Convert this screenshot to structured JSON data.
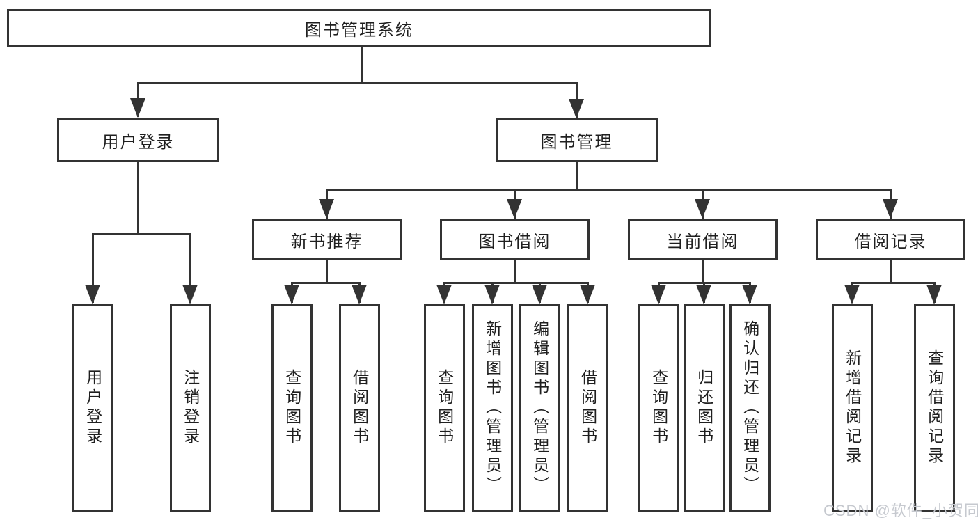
{
  "tree": {
    "label": "图书管理系统",
    "children": [
      {
        "label": "用户登录",
        "children": [
          {
            "label": "用户登录"
          },
          {
            "label": "注销登录"
          }
        ]
      },
      {
        "label": "图书管理",
        "children": [
          {
            "label": "新书推荐",
            "children": [
              {
                "label": "查询图书"
              },
              {
                "label": "借阅图书"
              }
            ]
          },
          {
            "label": "图书借阅",
            "children": [
              {
                "label": "查询图书"
              },
              {
                "label": "新增图书（管理员）"
              },
              {
                "label": "编辑图书（管理员）"
              },
              {
                "label": "借阅图书"
              }
            ]
          },
          {
            "label": "当前借阅",
            "children": [
              {
                "label": "查询图书"
              },
              {
                "label": "归还图书"
              },
              {
                "label": "确认归还（管理员）"
              }
            ]
          },
          {
            "label": "借阅记录",
            "children": [
              {
                "label": "新增借阅记录"
              },
              {
                "label": "查询借阅记录"
              }
            ]
          }
        ]
      }
    ]
  },
  "watermark": {
    "text": "CSDN @软件_小贺同学"
  },
  "colors": {
    "line": "#333333",
    "text": "#1f1f1f",
    "bg": "#ffffff",
    "watermark": "#c6c9cf"
  }
}
